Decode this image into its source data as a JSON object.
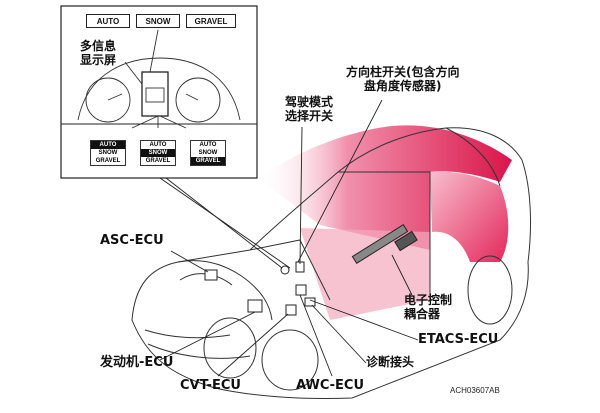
{
  "colors": {
    "car_highlight": "#e0104a",
    "line": "#333333",
    "panel_border": "#222222"
  },
  "icons": [
    "switch-icon",
    "meter-gauge-icon",
    "ecu-module-icon",
    "connector-icon"
  ],
  "inset": {
    "mode_buttons": [
      "AUTO",
      "SNOW",
      "GRAVEL"
    ],
    "display_label": "多信息\n显示屏",
    "mode_screens": [
      {
        "rows": [
          "AUTO",
          "SNOW",
          "GRAVEL"
        ],
        "active": "AUTO"
      },
      {
        "rows": [
          "AUTO",
          "SNOW",
          "GRAVEL"
        ],
        "active": "SNOW"
      },
      {
        "rows": [
          "AUTO",
          "SNOW",
          "GRAVEL"
        ],
        "active": "GRAVEL"
      }
    ]
  },
  "labels": {
    "steering_switch": "方向柱开关(包含方向\n盘角度传感器)",
    "drive_mode_switch": "驾驶模式\n选择开关",
    "asc_ecu": "ASC-ECU",
    "coupling": "电子控制\n耦合器",
    "etacs_ecu": "ETACS-ECU",
    "diag_connector": "诊断接头",
    "engine_ecu": "发动机-ECU",
    "cvt_ecu": "CVT-ECU",
    "awc_ecu": "AWC-ECU"
  },
  "figure_code": "ACH03607AB"
}
